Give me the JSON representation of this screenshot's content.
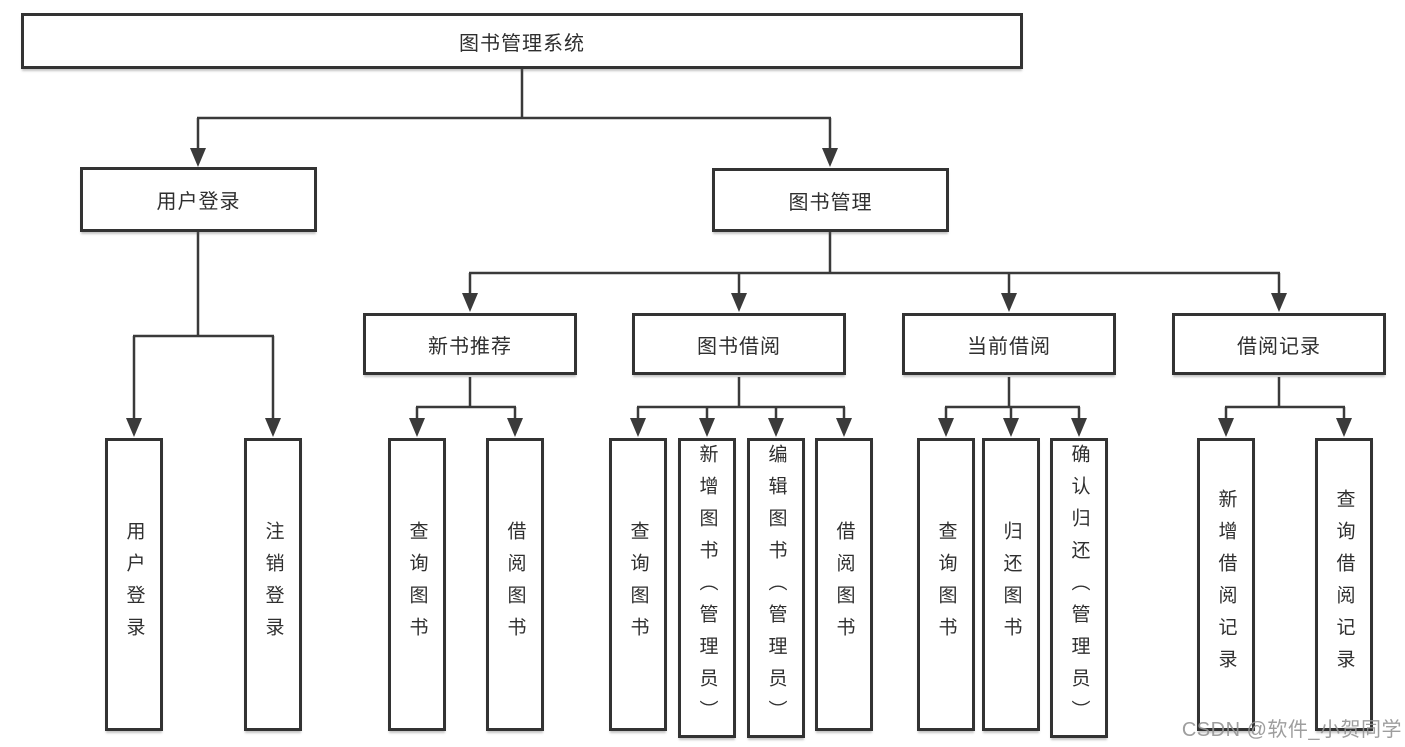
{
  "diagram": {
    "title": "图书管理系统",
    "root": {
      "label": "图书管理系统"
    },
    "branches": [
      {
        "label": "用户登录",
        "leaves": [
          "用户登录",
          "注销登录"
        ]
      },
      {
        "label": "图书管理",
        "sections": [
          {
            "label": "新书推荐",
            "leaves": [
              "查询图书",
              "借阅图书"
            ]
          },
          {
            "label": "图书借阅",
            "leaves": [
              "查询图书",
              "新增图书（管理员）",
              "编辑图书（管理员）",
              "借阅图书"
            ]
          },
          {
            "label": "当前借阅",
            "leaves": [
              "查询图书",
              "归还图书",
              "确认归还（管理员）"
            ]
          },
          {
            "label": "借阅记录",
            "leaves": [
              "新增借阅记录",
              "查询借阅记录"
            ]
          }
        ]
      }
    ]
  },
  "watermark": {
    "text": "CSDN @软件_小贺同学"
  },
  "colors": {
    "line": "#3a3a3a",
    "box_border": "#333333",
    "text": "#2f2f2f",
    "watermark": "#949494",
    "background": "#ffffff"
  }
}
